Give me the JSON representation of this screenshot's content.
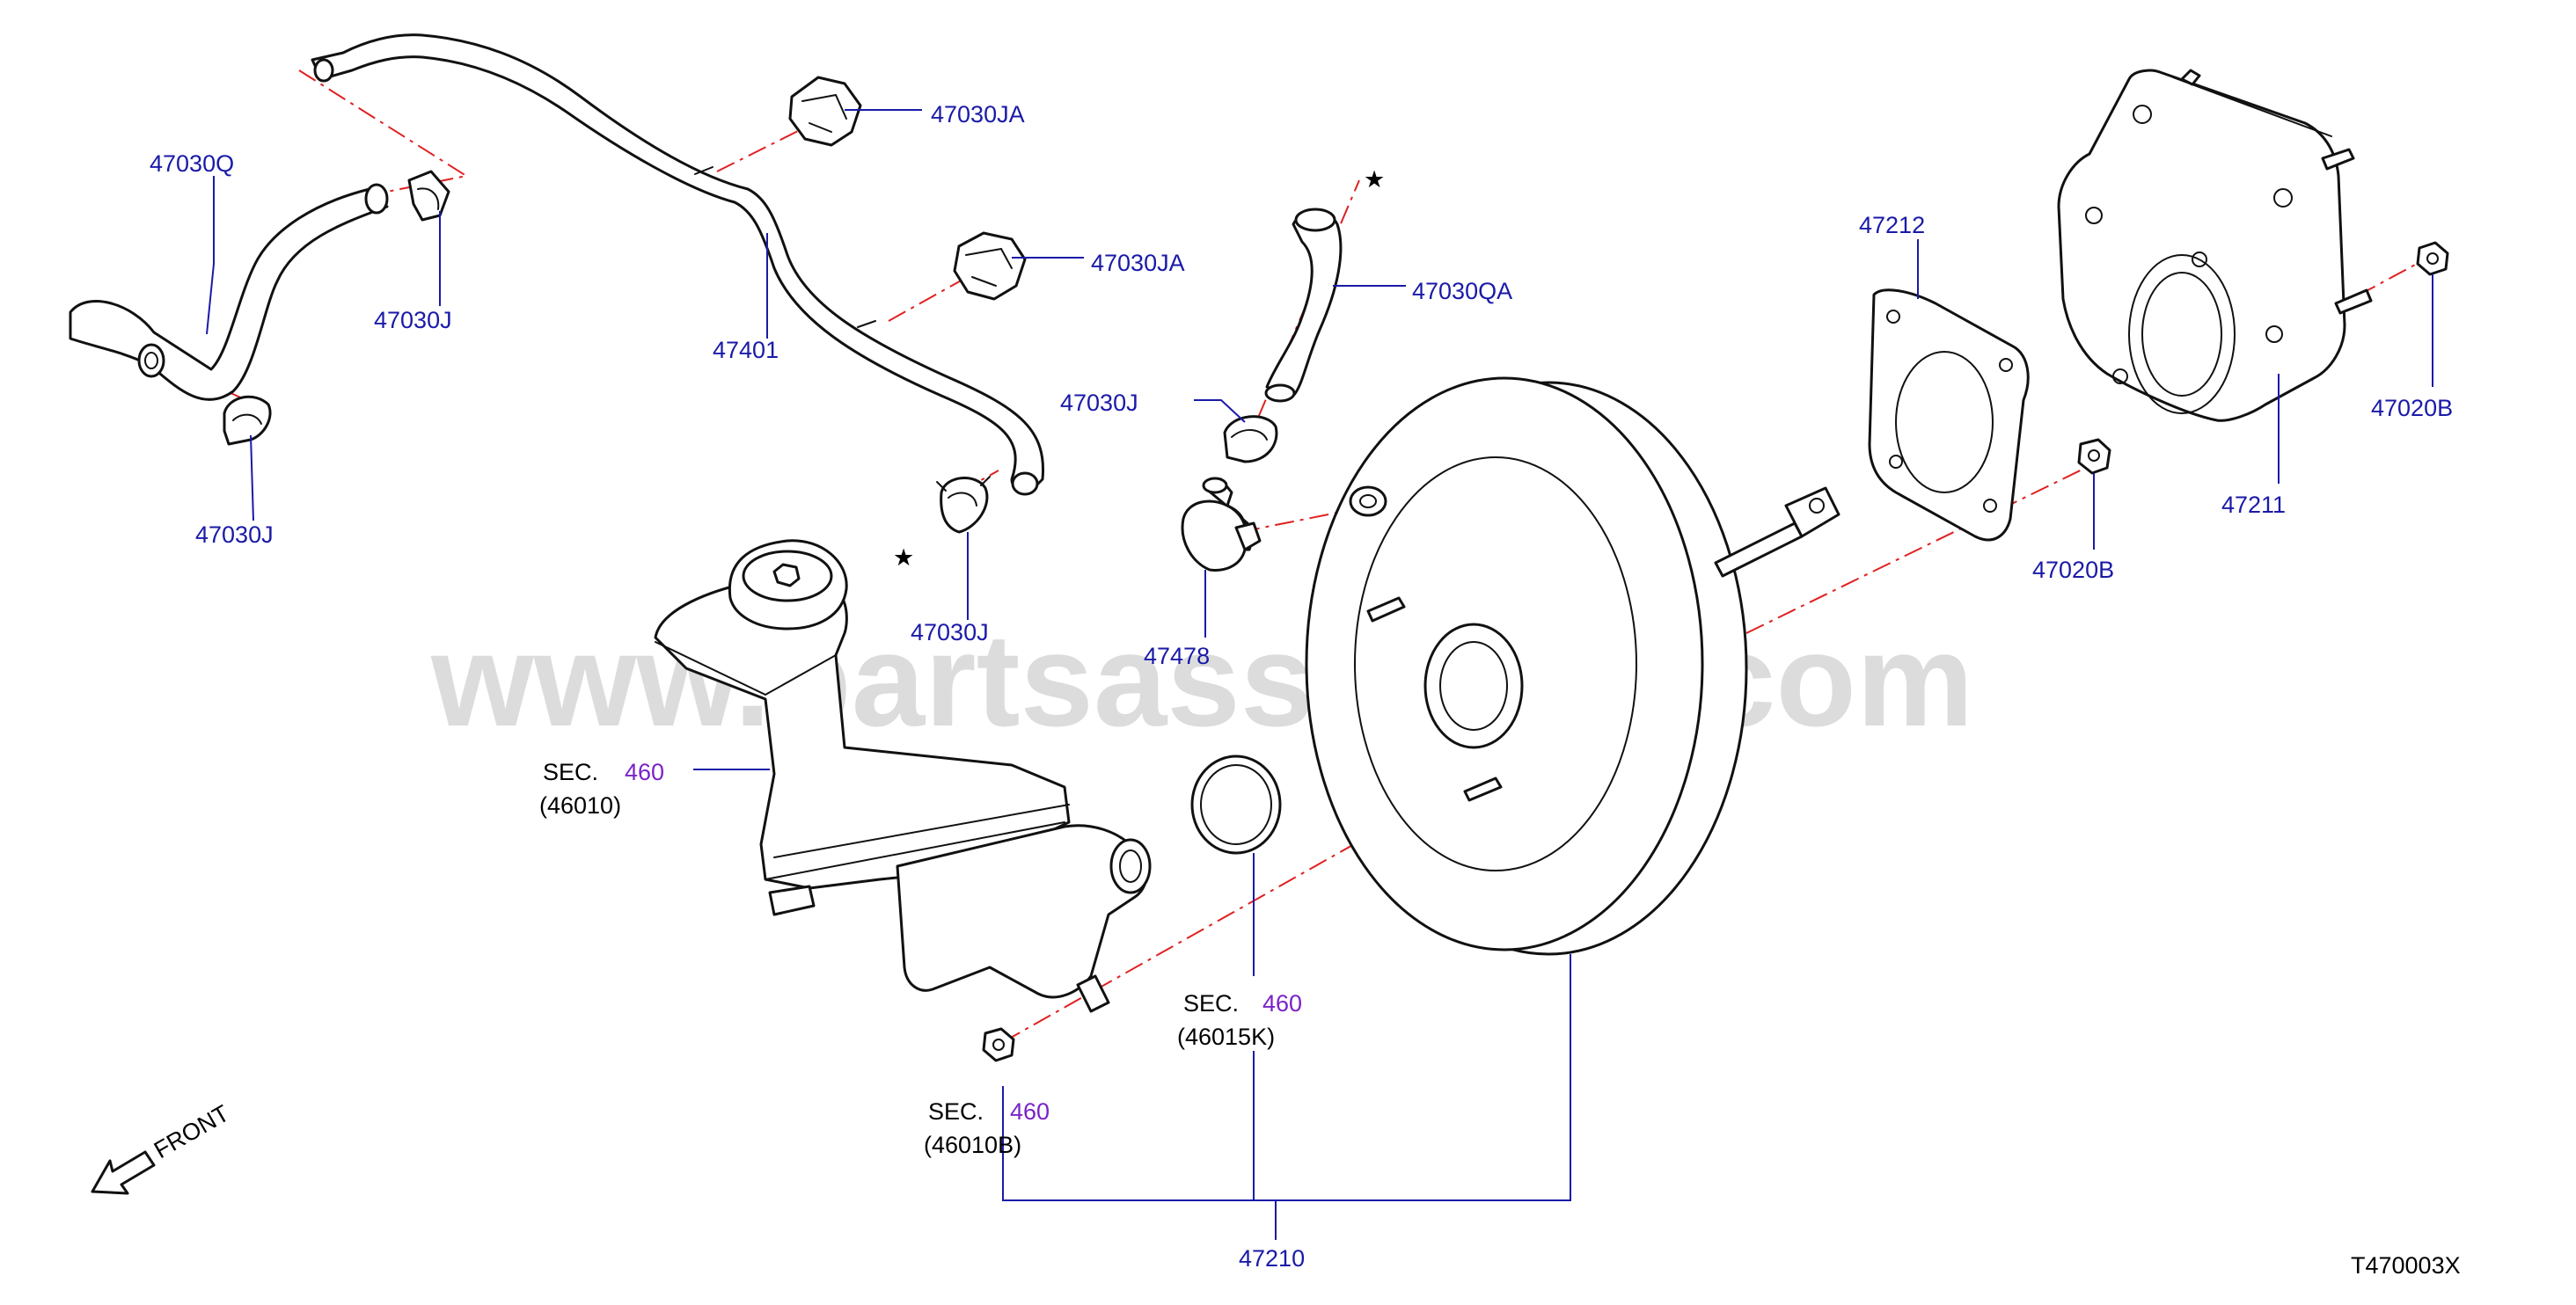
{
  "watermark": "www.partsassistant.com",
  "diagram_code": "T470003X",
  "front_label": "FRONT",
  "star_symbol": "★",
  "colors": {
    "label": "#1a1aa8",
    "section": "#7a22c8",
    "centerline": "#e02020",
    "outline": "#111111",
    "watermark": "#d6d6d6"
  },
  "labels": {
    "p47030Q": "47030Q",
    "p47030J_a": "47030J",
    "p47030J_b": "47030J",
    "p47030J_c": "47030J",
    "p47030J_d": "47030J",
    "p47401": "47401",
    "p47030JA_a": "47030JA",
    "p47030JA_b": "47030JA",
    "p47030QA": "47030QA",
    "p47478": "47478",
    "p47212": "47212",
    "p47211": "47211",
    "p47020B_a": "47020B",
    "p47020B_b": "47020B",
    "p47210": "47210"
  },
  "sections": {
    "s1": {
      "prefix": "SEC.",
      "number": "460",
      "code": "(46010)"
    },
    "s2": {
      "prefix": "SEC.",
      "number": "460",
      "code": "(46015K)"
    },
    "s3": {
      "prefix": "SEC.",
      "number": "460",
      "code": "(46010B)"
    }
  }
}
